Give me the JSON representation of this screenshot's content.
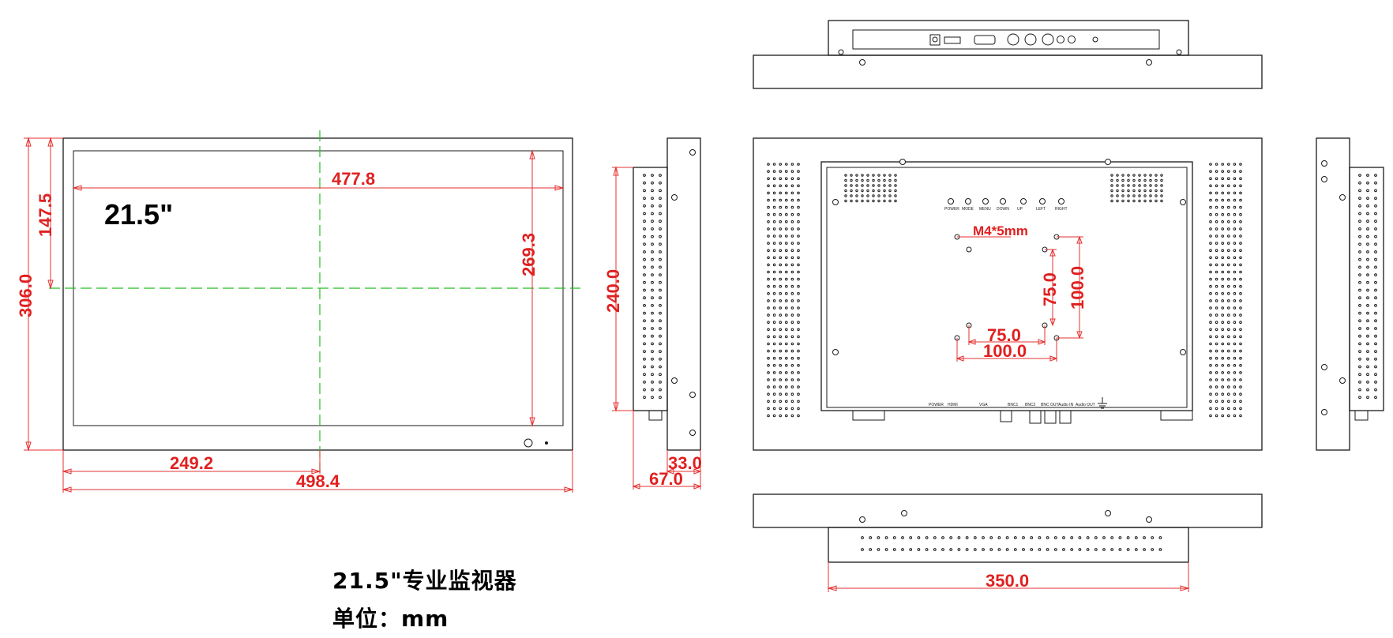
{
  "size_label": "21.5\"",
  "front_view": {
    "active_width": "477.8",
    "active_height": "269.3",
    "half_height": "147.5",
    "total_height": "306.0",
    "half_width": "249.2",
    "total_width": "498.4"
  },
  "side_view": {
    "body_height": "240.0",
    "bezel_depth": "33.0",
    "total_depth": "67.0"
  },
  "rear_view": {
    "screw_spec": "M4*5mm",
    "vesa_small_h": "75.0",
    "vesa_large_h": "100.0",
    "vesa_small_v": "75.0",
    "vesa_large_v": "100.0",
    "button_labels": [
      "POWER",
      "MODE",
      "MENU",
      "DOWN",
      "UP",
      "LEFT",
      "RIGHT"
    ],
    "port_labels": [
      "POWER",
      "HDMI",
      "VGA",
      "BNC1",
      "BNC2",
      "BNC OUT",
      "Audio IN",
      "Audio OUT"
    ]
  },
  "bottom_view": {
    "width": "350.0"
  },
  "caption": {
    "product": "21.5\"专业监视器",
    "unit": "单位：mm"
  }
}
